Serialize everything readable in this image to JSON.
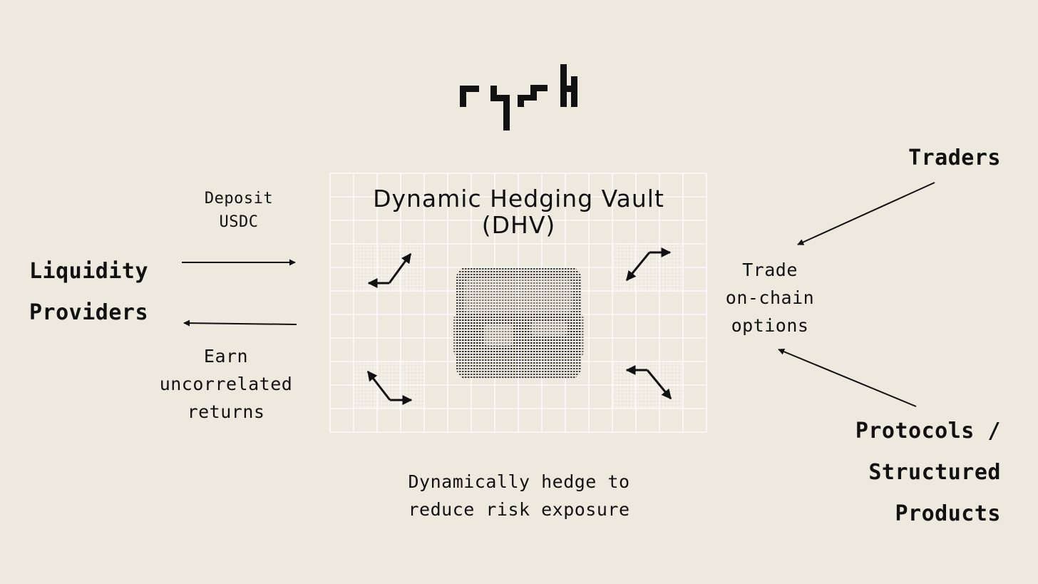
{
  "logo": {
    "text": "rysk"
  },
  "vault": {
    "title_line1": "Dynamic Hedging Vault",
    "title_line2": "(DHV)"
  },
  "left": {
    "actor_line1": "Liquidity",
    "actor_line2": "Providers",
    "deposit_line1": "Deposit",
    "deposit_line2": "USDC",
    "earn_line1": "Earn",
    "earn_line2": "uncorrelated",
    "earn_line3": "returns"
  },
  "right": {
    "traders": "Traders",
    "trade_line1": "Trade",
    "trade_line2": "on-chain",
    "trade_line3": "options",
    "protocols_line1": "Protocols /",
    "protocols_line2": "Structured",
    "protocols_line3": "Products"
  },
  "bottom": {
    "line1": "Dynamically hedge to",
    "line2": "reduce risk exposure"
  },
  "colors": {
    "background": "#ede9de",
    "ink": "#111111",
    "grid": "#ffffff"
  }
}
